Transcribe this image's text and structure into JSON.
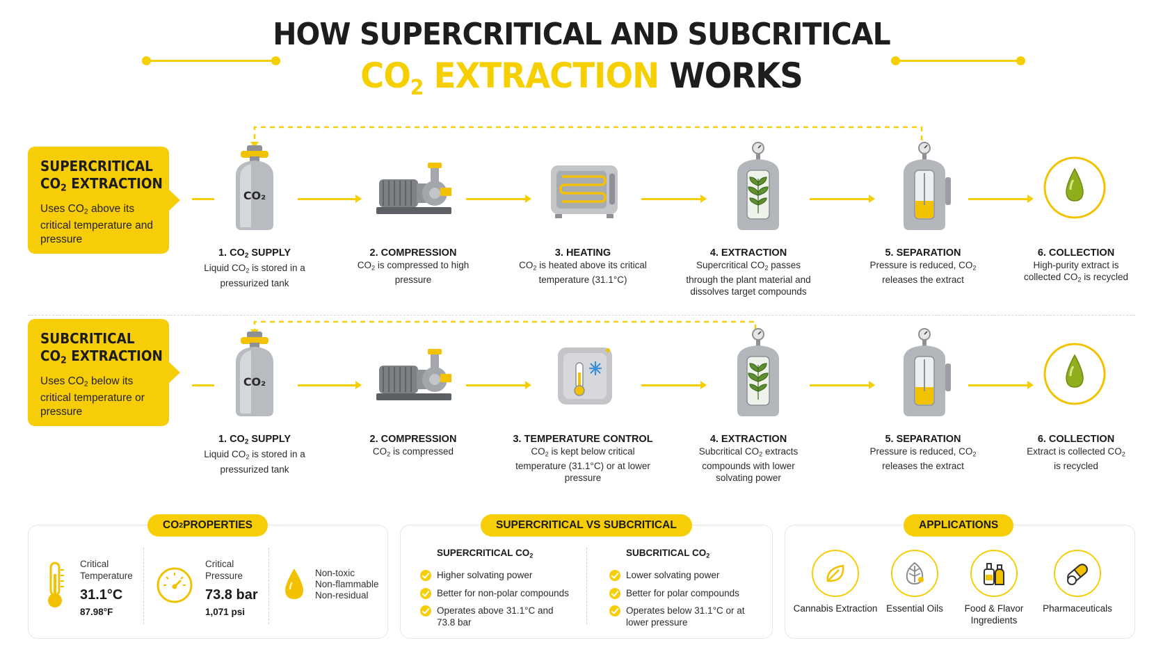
{
  "title": {
    "line1": "HOW SUPERCRITICAL AND SUBCRITICAL",
    "line2_co": "CO",
    "line2_sub": "2",
    "line2_yellow_rest": " EXTRACTION",
    "line2_dark": " WORKS"
  },
  "colors": {
    "accent": "#f7cd07",
    "text": "#1d1d1d",
    "metal": "#a9acb0"
  },
  "rows": [
    {
      "label_title_1": "SUPERCRITICAL",
      "label_title_2a": "CO",
      "label_title_2b": "2",
      "label_title_2c": " EXTRACTION",
      "label_desc_a": "Uses CO",
      "label_desc_b": "2",
      "label_desc_c": " above its critical temperature and pressure",
      "steps": [
        {
          "icon": "co2-tank-icon",
          "title_a": "1. CO",
          "title_b": "2",
          "title_c": " SUPPLY",
          "desc_a": "Liquid CO",
          "desc_b": "2",
          "desc_c": " is stored in a pressurized tank"
        },
        {
          "icon": "compressor-pump-icon",
          "title_a": "2. COMPRESSION",
          "title_b": "",
          "title_c": "",
          "desc_a": "CO",
          "desc_b": "2",
          "desc_c": " is compressed to high pressure"
        },
        {
          "icon": "heater-coil-icon",
          "title_a": "3. HEATING",
          "title_b": "",
          "title_c": "",
          "desc_a": "CO",
          "desc_b": "2",
          "desc_c": " is heated above its critical temperature (31.1°C)"
        },
        {
          "icon": "extraction-vessel-icon",
          "title_a": "4. EXTRACTION",
          "title_b": "",
          "title_c": "",
          "desc_a": "Supercritical CO",
          "desc_b": "2",
          "desc_c": " passes through the plant material and dissolves target compounds"
        },
        {
          "icon": "separator-vessel-icon",
          "title_a": "5. SEPARATION",
          "title_b": "",
          "title_c": "",
          "desc_a": "Pressure is reduced, CO",
          "desc_b": "2",
          "desc_c": " releases the extract"
        },
        {
          "icon": "oil-drop-icon",
          "title_a": "6. COLLECTION",
          "title_b": "",
          "title_c": "",
          "desc_a": "High-purity extract is collected CO",
          "desc_b": "2",
          "desc_c": " is recycled"
        }
      ]
    },
    {
      "label_title_1": "SUBCRITICAL",
      "label_title_2a": "CO",
      "label_title_2b": "2",
      "label_title_2c": " EXTRACTION",
      "label_desc_a": "Uses CO",
      "label_desc_b": "2",
      "label_desc_c": " below its critical temperature or pressure",
      "steps": [
        {
          "icon": "co2-tank-icon",
          "title_a": "1. CO",
          "title_b": "2",
          "title_c": " SUPPLY",
          "desc_a": "Liquid CO",
          "desc_b": "2",
          "desc_c": " is stored in a pressurized tank"
        },
        {
          "icon": "compressor-pump-icon",
          "title_a": "2. COMPRESSION",
          "title_b": "",
          "title_c": "",
          "desc_a": "CO",
          "desc_b": "2",
          "desc_c": " is compressed"
        },
        {
          "icon": "temperature-control-icon",
          "title_a": "3. TEMPERATURE CONTROL",
          "title_b": "",
          "title_c": "",
          "desc_a": "CO",
          "desc_b": "2",
          "desc_c": " is kept below critical temperature (31.1°C) or at lower pressure"
        },
        {
          "icon": "extraction-vessel-icon",
          "title_a": "4. EXTRACTION",
          "title_b": "",
          "title_c": "",
          "desc_a": "Subcritical CO",
          "desc_b": "2",
          "desc_c": " extracts compounds with lower solvating power"
        },
        {
          "icon": "separator-vessel-icon",
          "title_a": "5. SEPARATION",
          "title_b": "",
          "title_c": "",
          "desc_a": "Pressure is reduced, CO",
          "desc_b": "2",
          "desc_c": " releases the extract"
        },
        {
          "icon": "oil-drop-icon",
          "title_a": "6. COLLECTION",
          "title_b": "",
          "title_c": "",
          "desc_a": "Extract is collected CO",
          "desc_b": "2",
          "desc_c": " is recycled"
        }
      ]
    }
  ],
  "properties": {
    "tag_a": "CO",
    "tag_b": "2",
    "tag_c": " PROPERTIES",
    "temp_label_1": "Critical",
    "temp_label_2": "Temperature",
    "temp_value": "31.1°C",
    "temp_sub": "87.98°F",
    "pressure_label_1": "Critical",
    "pressure_label_2": "Pressure",
    "pressure_value": "73.8 bar",
    "pressure_sub": "1,071 psi",
    "safety_1": "Non-toxic",
    "safety_2": "Non-flammable",
    "safety_3": "Non-residual"
  },
  "comparison": {
    "tag": "SUPERCRITICAL VS SUBCRITICAL",
    "left_head_a": "SUPERCRITICAL CO",
    "left_head_b": "2",
    "left_items": [
      "Higher solvating power",
      "Better for non-polar compounds",
      "Operates above 31.1°C and 73.8 bar"
    ],
    "right_head_a": "SUBCRITICAL CO",
    "right_head_b": "2",
    "right_items": [
      "Lower solvating power",
      "Better for polar compounds",
      "Operates below 31.1°C or at lower pressure"
    ]
  },
  "applications": {
    "tag": "APPLICATIONS",
    "items": [
      {
        "label": "Cannabis Extraction",
        "icon": "leaf-icon"
      },
      {
        "label": "Essential Oils",
        "icon": "essential-oil-leaf-icon"
      },
      {
        "label": "Food & Flavor Ingredients",
        "icon": "food-bottles-icon"
      },
      {
        "label": "Pharmaceuticals",
        "icon": "capsule-pills-icon"
      }
    ]
  }
}
